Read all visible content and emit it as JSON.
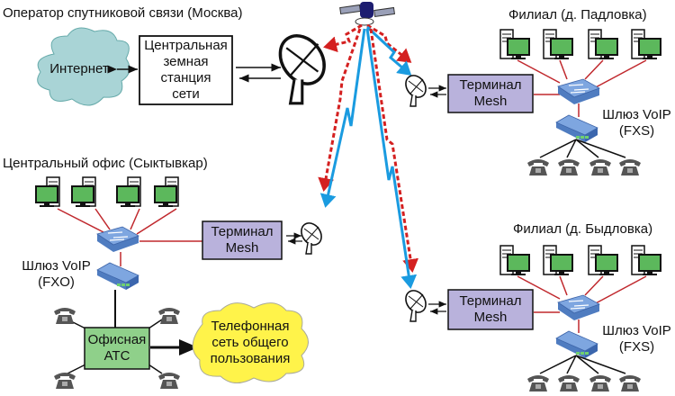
{
  "colors": {
    "cloud_internet": "#a9d4d6",
    "cloud_pstn": "#fff34a",
    "terminal": "#b9b2dc",
    "pbx": "#8fd08a",
    "switch": "#6e97d6",
    "screen": "#5cb85c",
    "lan_line": "#c0282d",
    "uplink": "#d42020",
    "downlink": "#1a9be0"
  },
  "labels": {
    "operator": "Оператор спутниковой связи (Москва)",
    "central_office": "Центральный офис (Сыктывкар)",
    "branch1": "Филиал (д. Падловка)",
    "branch2": "Филиал (д. Быдловка)"
  },
  "nodes": {
    "internet": "Интернет",
    "hub_station": [
      "Центральная",
      "земная",
      "станция",
      "сети"
    ],
    "terminal_mesh": [
      "Терминал",
      "Mesh"
    ],
    "gateway_fxo": [
      "Шлюз VoIP",
      "(FXO)"
    ],
    "gateway_fxs": [
      "Шлюз VoIP",
      "(FXS)"
    ],
    "pbx": [
      "Офисная",
      "АТС"
    ],
    "pstn": [
      "Телефонная",
      "сеть общего",
      "пользования"
    ]
  }
}
